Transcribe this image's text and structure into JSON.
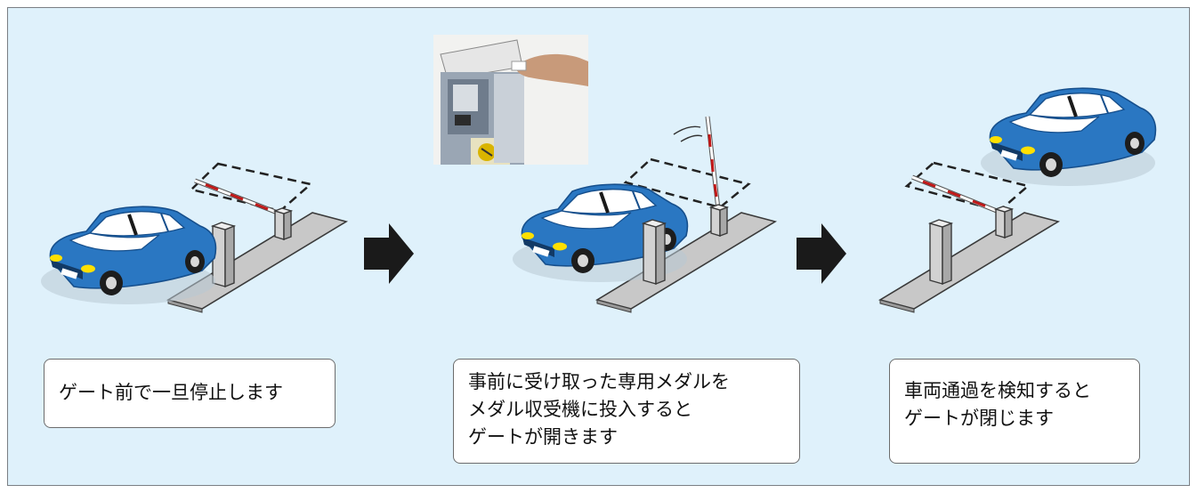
{
  "colors": {
    "background": "#dff1fb",
    "car_body": "#2a77c2",
    "car_dark": "#164f8c",
    "gate_platform": "#c6c6c6",
    "arrow": "#1a1a1a"
  },
  "steps": [
    {
      "caption": "ゲート前で一旦停止します"
    },
    {
      "caption": "事前に受け取った専用メダルを\nメダル収受機に投入すると\nゲートが開きます",
      "photo": "medal-insertion-photo"
    },
    {
      "caption": "車両通過を検知すると\nゲートが閉じます"
    }
  ],
  "icons": [
    "car-icon",
    "gate-barrier-icon",
    "ticket-machine-icon",
    "right-arrow-icon"
  ]
}
